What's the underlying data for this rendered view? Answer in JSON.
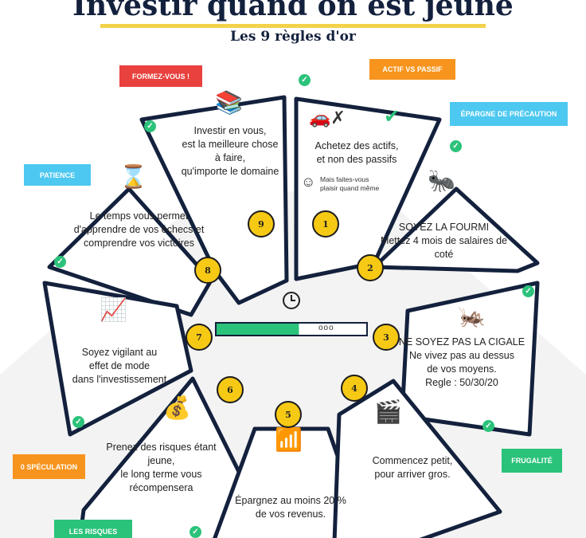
{
  "header": {
    "title": "Investir quand on est jeune",
    "subtitle": "Les 9 règles d'or"
  },
  "colors": {
    "navy": "#13213d",
    "yellow": "#f6c915",
    "green": "#2bc27a",
    "red": "#e8413e",
    "orange": "#f7941d",
    "blue": "#4dc8f0",
    "progress": "#2bc27a"
  },
  "tags": {
    "formez": "FORMEZ-VOUS !",
    "actif": "ACTIF VS PASSIF",
    "epargne": "ÉPARGNE DE PRÉCAUTION",
    "patience": "PATIENCE",
    "speculation": "0 SPÉCULATION",
    "frugalite": "FRUGALITÉ",
    "risques": "LES RISQUES"
  },
  "rules": [
    {
      "number": "1",
      "text": "Achetez des actifs,\net non des passifs",
      "note": "Mais faites-vous\nplaisir quand même"
    },
    {
      "number": "2",
      "text": "SOYEZ LA FOURMI\nMettez 4 mois de salaires de\ncoté"
    },
    {
      "number": "3",
      "text": "NE SOYEZ PAS LA CIGALE\nNe vivez pas au dessus\nde vos moyens.\nRegle : 50/30/20"
    },
    {
      "number": "4",
      "text": "Commencez petit,\npour arriver gros."
    },
    {
      "number": "5",
      "text": "Épargnez au moins 20 %\nde vos revenus."
    },
    {
      "number": "6",
      "text": "Prenez des risques étant\njeune,\nle long terme vous\nrécompensera"
    },
    {
      "number": "7",
      "text": "Soyez vigilant au\neffet de mode\ndans l'investissement"
    },
    {
      "number": "8",
      "text": "Le temps vous permet\nd'apprendre de vos échecs et\ncomprendre vos victoires"
    },
    {
      "number": "9",
      "text": "Investir en vous,\nest la meilleure chose\nà faire,\nqu'importe le domaine"
    }
  ],
  "center": {
    "progress": 0.55,
    "progress_label": "ooo",
    "clock_icon": "clock-icon"
  }
}
